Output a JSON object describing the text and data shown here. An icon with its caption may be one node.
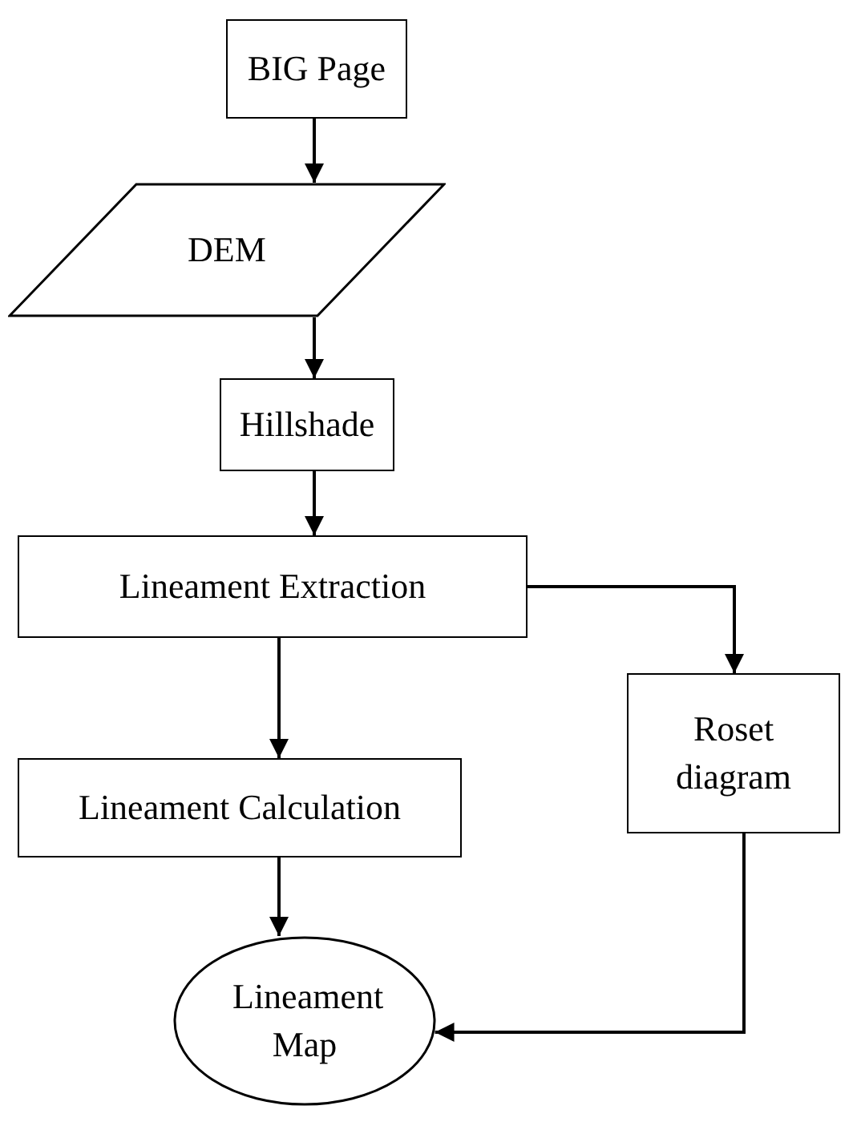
{
  "diagram": {
    "nodes": [
      {
        "text": [
          "BIG Page"
        ]
      },
      {
        "text": [
          "DEM"
        ]
      },
      {
        "text": [
          "Hillshade"
        ]
      },
      {
        "text": [
          "Lineament Extraction"
        ]
      },
      {
        "text": [
          "Roset diagram"
        ]
      },
      {
        "text": [
          "Lineament Calculation"
        ]
      },
      {
        "text": [
          "Lineament Map"
        ]
      }
    ],
    "edges": [
      {
        "from": 0,
        "to": 1,
        "arrow": "to"
      },
      {
        "from": 1,
        "to": 2,
        "arrow": "to"
      },
      {
        "from": 2,
        "to": 3,
        "arrow": "to"
      },
      {
        "from": 3,
        "to": 5,
        "arrow": "to"
      },
      {
        "from": 3,
        "to": 4,
        "arrow": "to"
      },
      {
        "from": 5,
        "to": 6,
        "arrow": "to"
      },
      {
        "from": 4,
        "to": 6,
        "arrow": "to"
      }
    ]
  }
}
